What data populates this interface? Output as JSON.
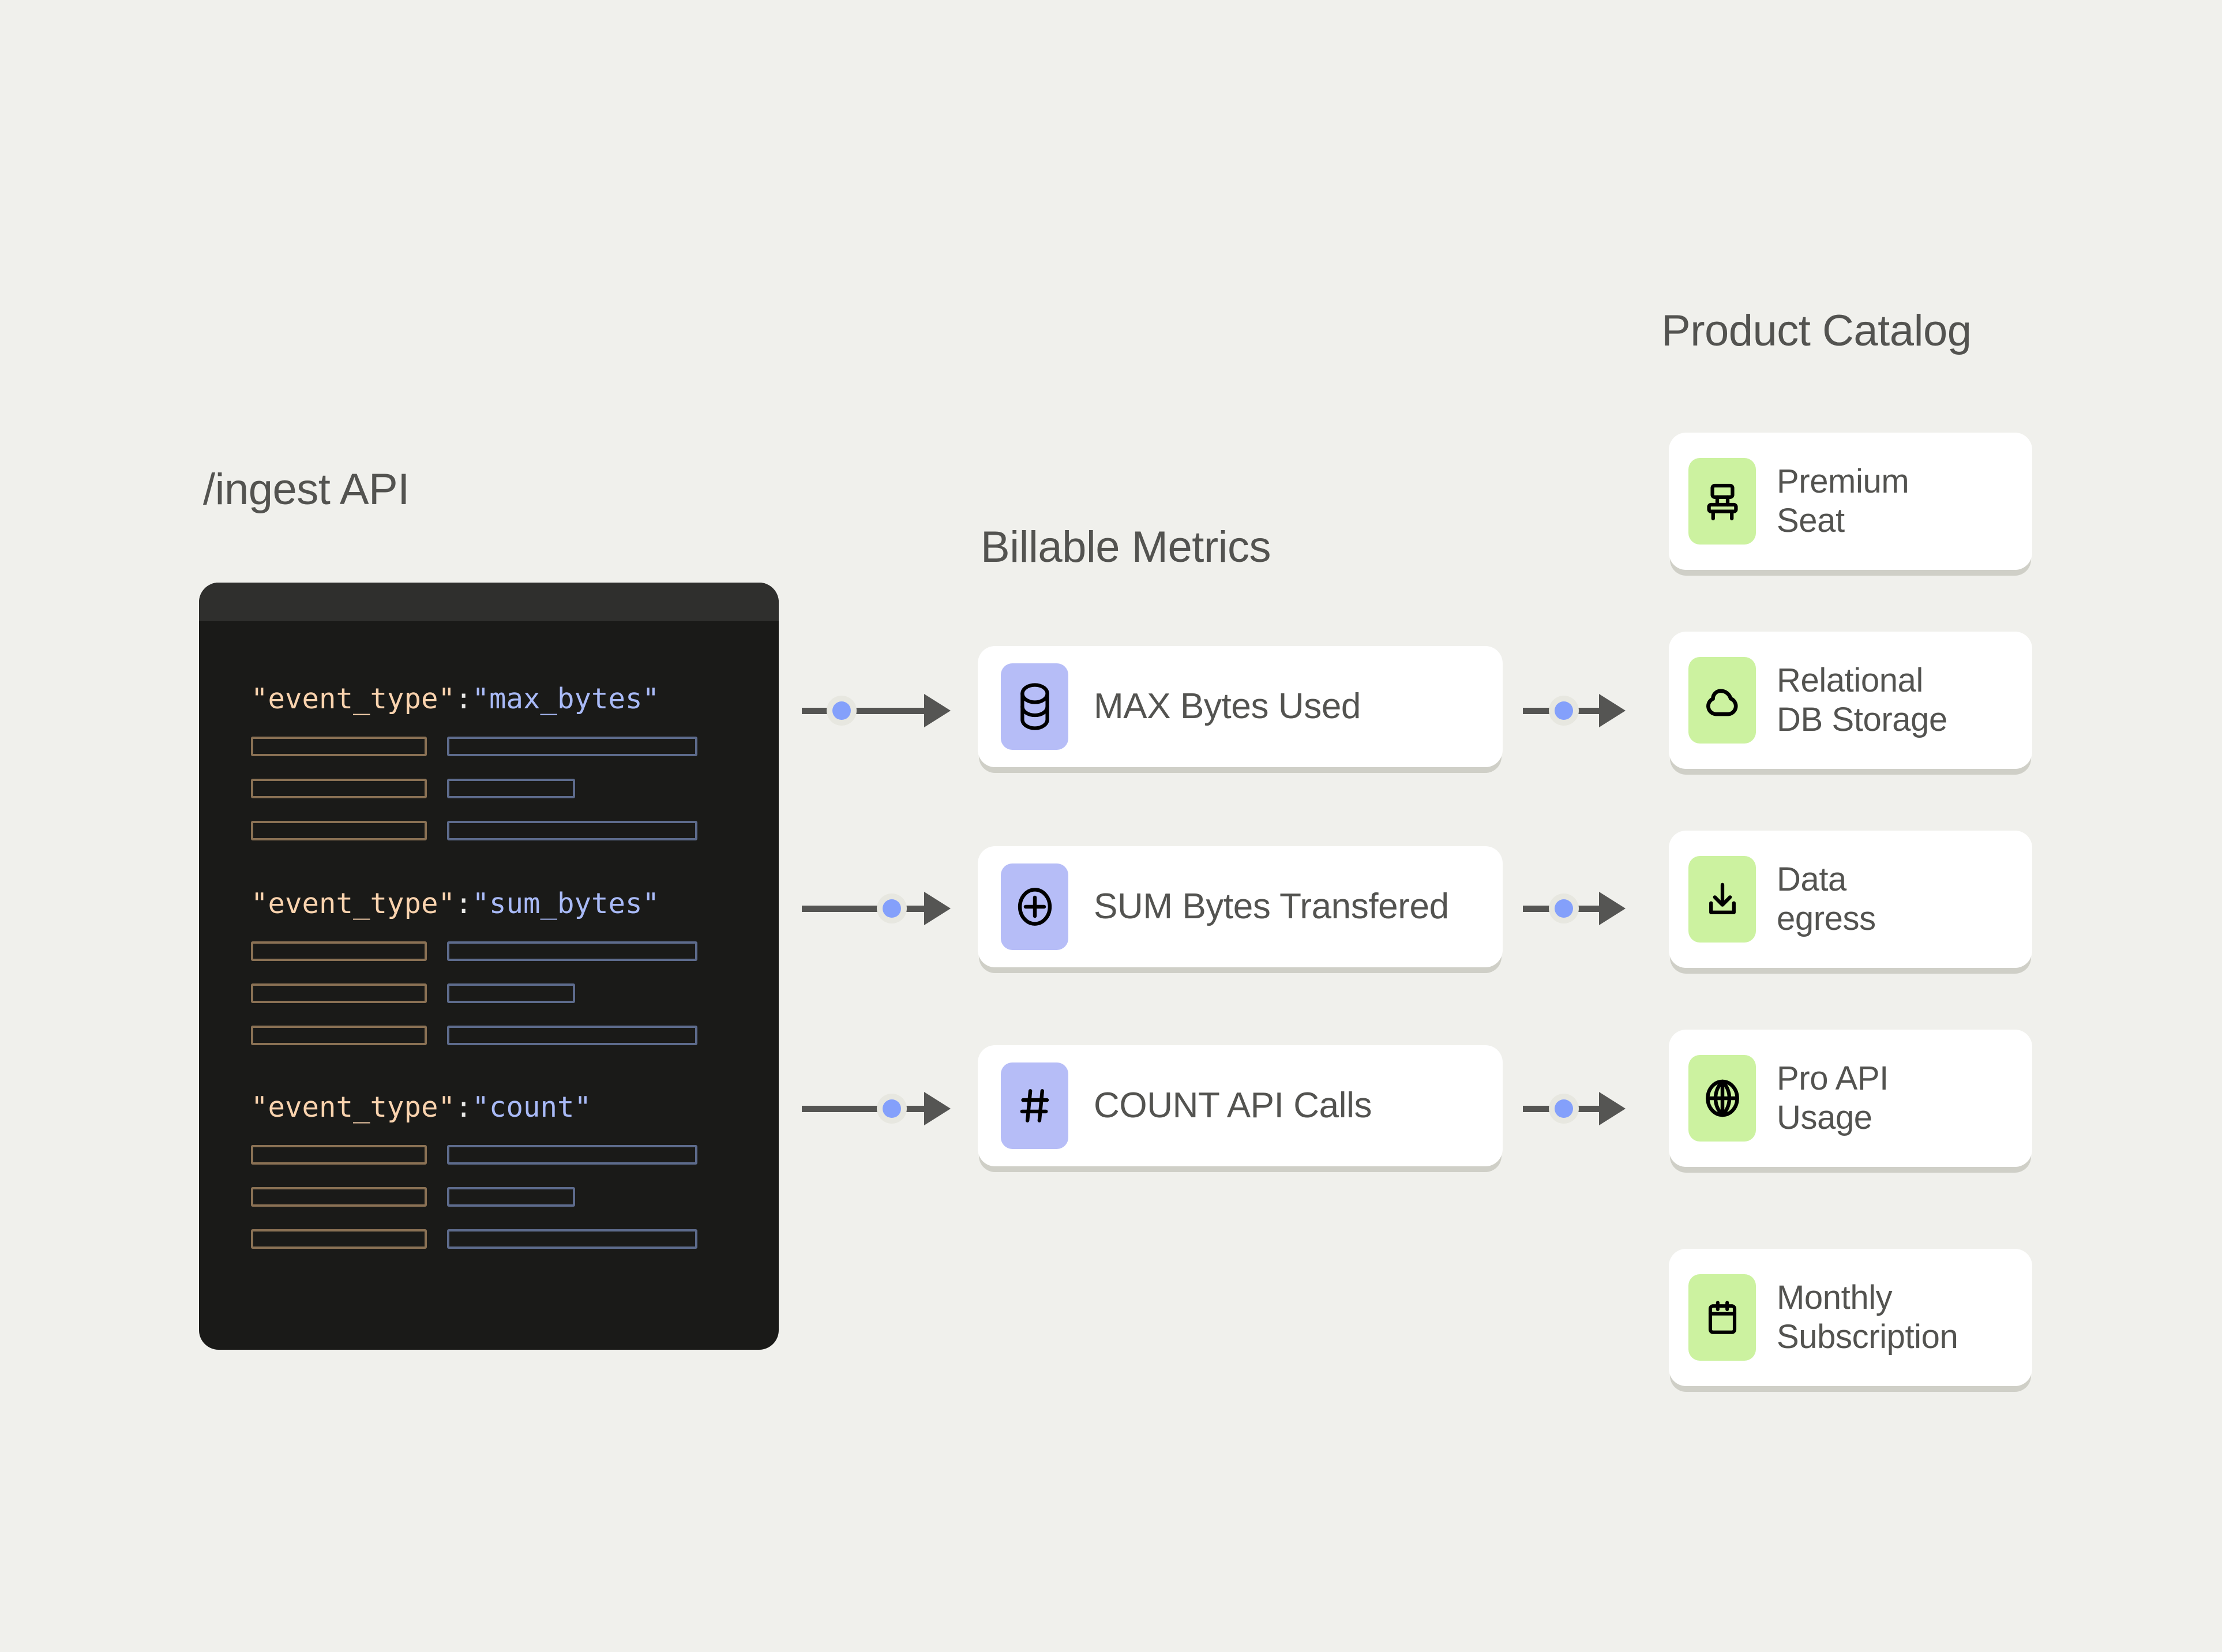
{
  "background_color": "#f0f0ec",
  "columns": {
    "ingest": {
      "title": "/ingest API"
    },
    "metrics": {
      "title": "Billable Metrics"
    },
    "catalog": {
      "title": "Product Catalog"
    }
  },
  "code_panel": {
    "background": "#1a1a18",
    "header_background": "#2f2f2d",
    "key_color": "#fad3ae",
    "value_color": "#a9baf7",
    "punct_color": "#e8e8e6",
    "left_bar_border": "#8a7154",
    "right_bar_border": "#5d6b8c",
    "groups": [
      {
        "key": "\"event_type\"",
        "colon": ":",
        "value": "\"max_bytes\"",
        "bars": [
          {
            "left": "long",
            "right": "long"
          },
          {
            "left": "long",
            "right": "short"
          },
          {
            "left": "long",
            "right": "long"
          }
        ]
      },
      {
        "key": "\"event_type\"",
        "colon": ":",
        "value": "\"sum_bytes\"",
        "bars": [
          {
            "left": "long",
            "right": "long"
          },
          {
            "left": "long",
            "right": "short"
          },
          {
            "left": "long",
            "right": "long"
          }
        ]
      },
      {
        "key": "\"event_type\"",
        "colon": ":",
        "value": "\"count\"",
        "bars": [
          {
            "left": "long",
            "right": "long"
          },
          {
            "left": "long",
            "right": "short"
          },
          {
            "left": "long",
            "right": "long"
          }
        ]
      }
    ]
  },
  "metrics": {
    "tile_color": "#b6bdf7",
    "items": [
      {
        "label": "MAX Bytes Used",
        "icon": "database-icon"
      },
      {
        "label": "SUM Bytes Transfered",
        "icon": "plus-circle-icon"
      },
      {
        "label": "COUNT API Calls",
        "icon": "hash-icon"
      }
    ]
  },
  "catalog": {
    "tile_color": "#ccf2a0",
    "items": [
      {
        "label": "Premium\nSeat",
        "icon": "chair-icon"
      },
      {
        "label": "Relational\nDB Storage",
        "icon": "cloud-icon"
      },
      {
        "label": "Data\negress",
        "icon": "download-icon"
      },
      {
        "label": "Pro API\nUsage",
        "icon": "globe-icon"
      },
      {
        "label": "Monthly\nSubscription",
        "icon": "calendar-icon"
      }
    ]
  },
  "arrows": {
    "line_color": "#555553",
    "dot_color": "#84a0fb",
    "halo_color": "#e7e7e0",
    "count_left": 3,
    "count_right": 3
  }
}
